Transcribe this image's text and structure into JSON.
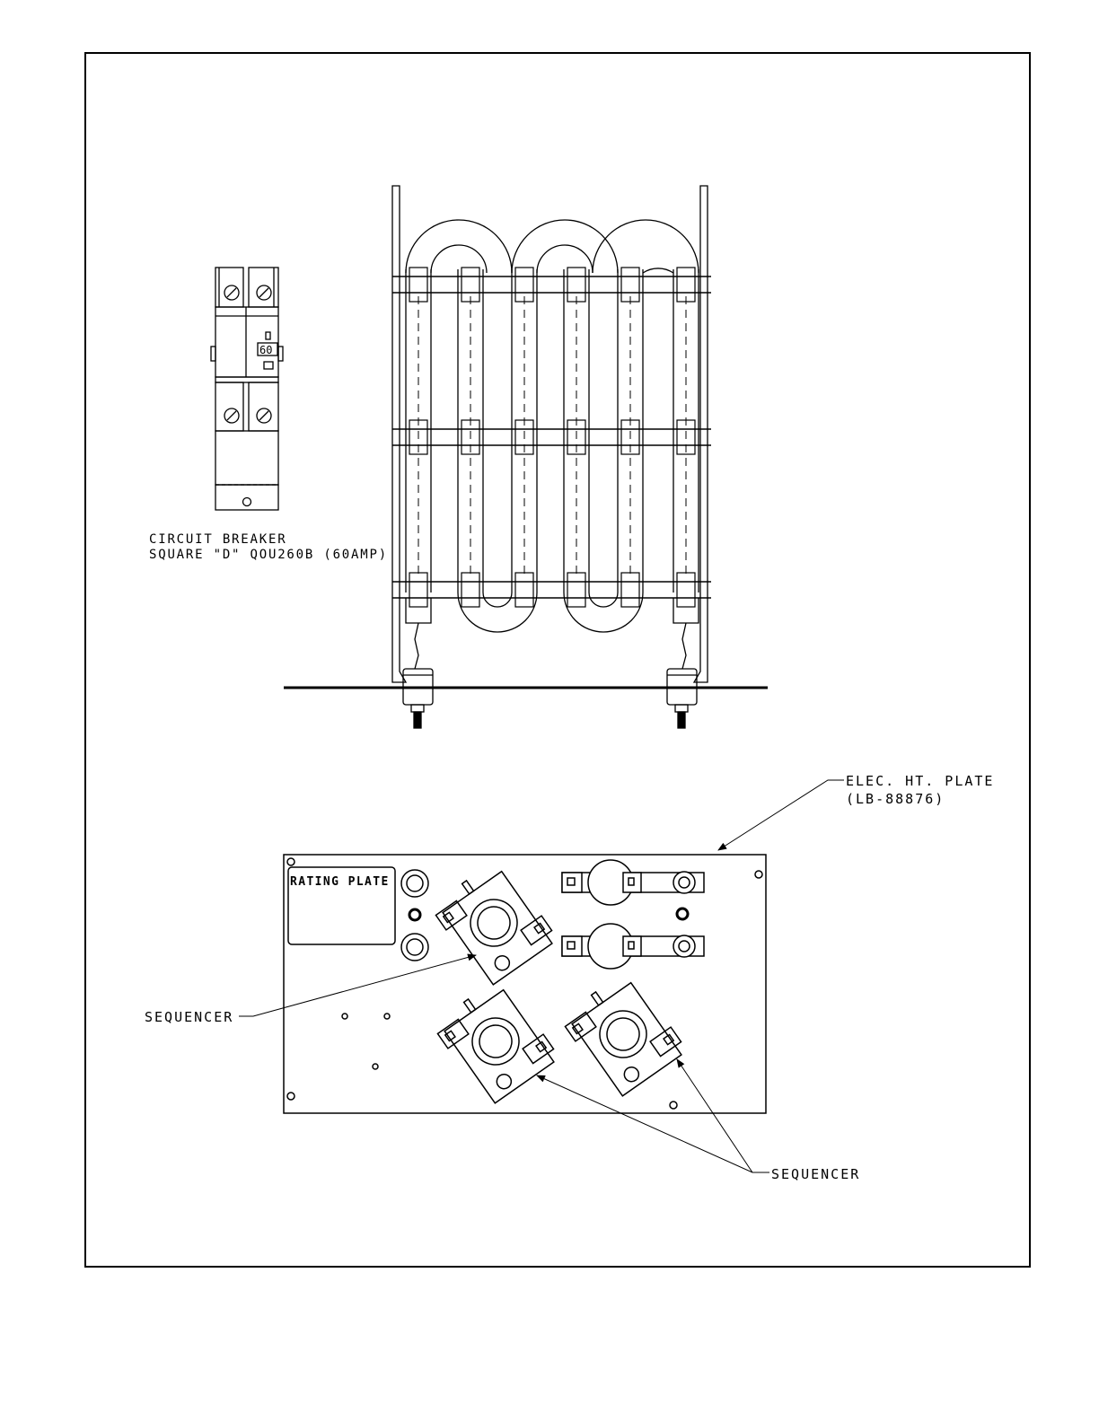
{
  "breaker": {
    "label_line1": "CIRCUIT BREAKER",
    "label_line2": "SQUARE \"D\" QOU260B (60AMP)",
    "rating": "60"
  },
  "plate": {
    "label_line1": "ELEC. HT. PLATE",
    "label_line2": "(LB-88876)",
    "rating_plate": "RATING PLATE"
  },
  "sequencer_left": "SEQUENCER",
  "sequencer_right": "SEQUENCER",
  "colors": {
    "ink": "#000000",
    "paper": "#ffffff"
  }
}
